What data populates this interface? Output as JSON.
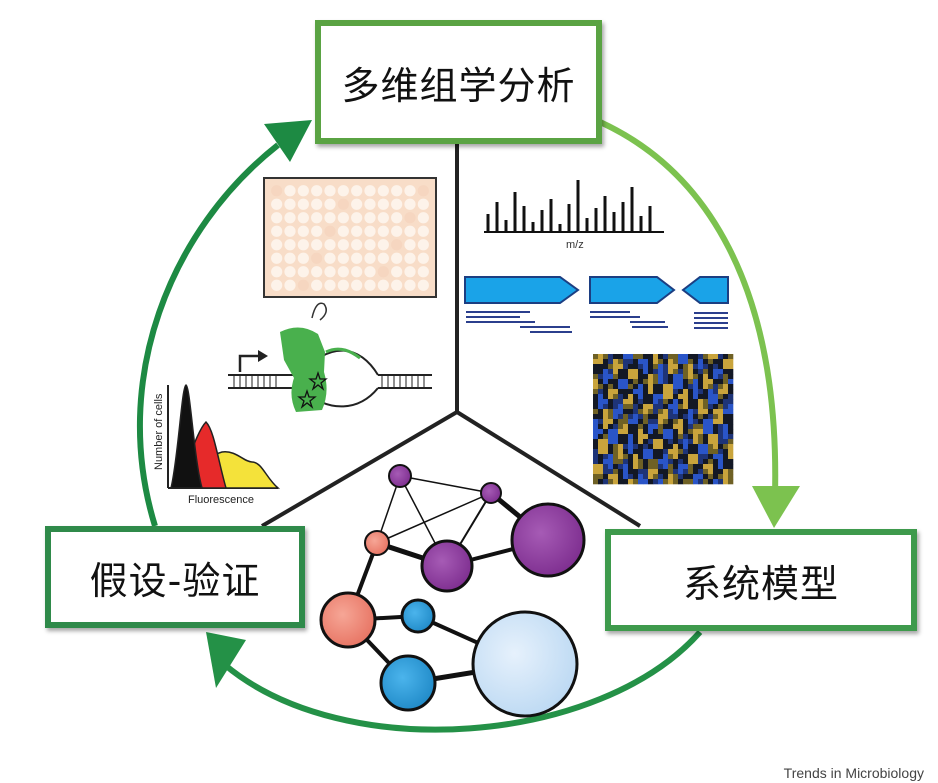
{
  "labels": {
    "top": "多维组学分析",
    "right": "系统模型",
    "left": "假设-验证"
  },
  "mass_spec": {
    "axis_label": "m/z"
  },
  "histogram": {
    "y_label": "Number of cells",
    "x_label": "Fluorescence"
  },
  "credit": "Trends in Microbiology",
  "colors": {
    "cycle_light": "#7cc24f",
    "cycle_dark": "#1d8a43",
    "box_border": "#5aa343",
    "gene_arrow": "#1aa3e8",
    "network_purple": "#8e3a9e",
    "network_salmon": "#f08878",
    "network_blue": "#2a9bd6",
    "network_lightblue": "#cfe4f7",
    "protein_green": "#49b04d"
  }
}
